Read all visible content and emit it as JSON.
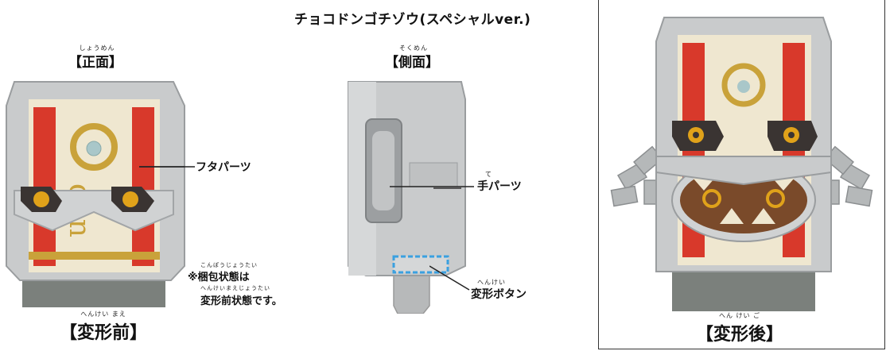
{
  "title": "チョコドンゴチゾウ(スペシャルver.)",
  "front_view": {
    "furigana": "しょうめん",
    "label": "【正面】"
  },
  "side_view": {
    "furigana": "そくめん",
    "label": "【側面】"
  },
  "callouts": {
    "lid_parts": "フタパーツ",
    "hand_parts_furigana": "て",
    "hand_parts": "手パーツ",
    "transform_button_furigana": "へんけい",
    "transform_button": "変形ボタン"
  },
  "note": {
    "line1_furigana": "こんぽうじょうたい",
    "line1": "※梱包状態は",
    "line2_furigana": "へんけいまえじょうたい",
    "line2": "変形前状態です。"
  },
  "before": {
    "furigana": "へんけい まえ",
    "label": "【変形前】"
  },
  "after": {
    "furigana": "へん けい ご",
    "label": "【変形後】"
  },
  "logo_text": "choco don",
  "colors": {
    "body_gray": "#c9cbcc",
    "stripe_red": "#d8392b",
    "cream": "#efe7d0",
    "gold": "#c9a23a",
    "eye_amber": "#e0a21a",
    "mouth_brown": "#7a4a2a",
    "base_dark": "#6f7470",
    "button_highlight": "#3aa0e0"
  }
}
